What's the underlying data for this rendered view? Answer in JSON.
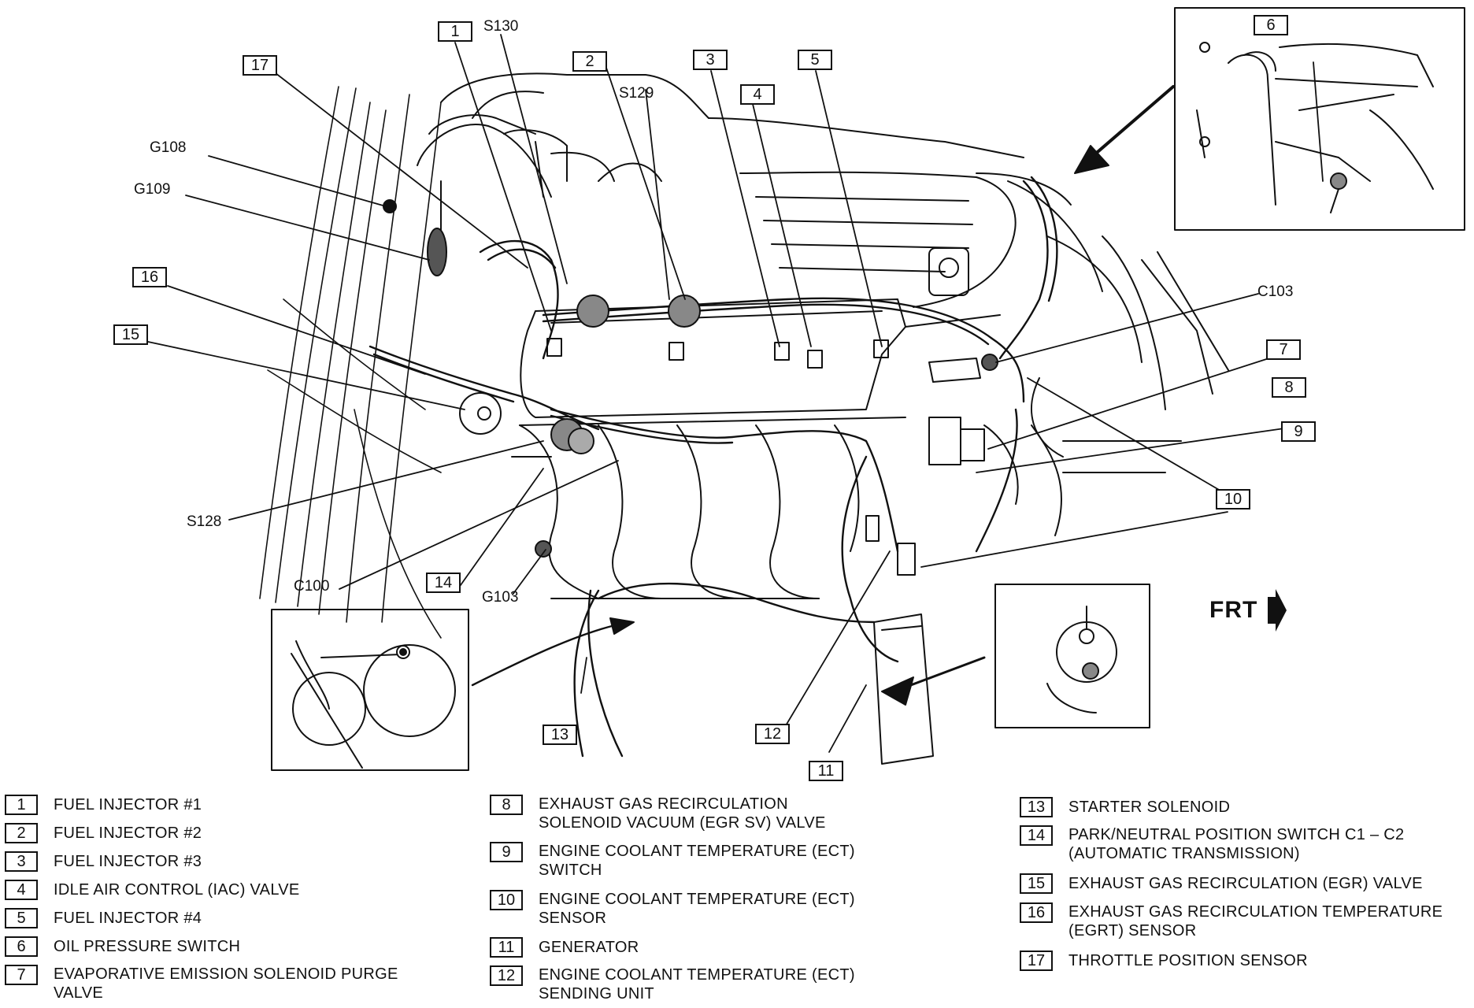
{
  "callouts": [
    {
      "id": "1",
      "text": "1"
    },
    {
      "id": "2",
      "text": "2"
    },
    {
      "id": "3",
      "text": "3"
    },
    {
      "id": "4",
      "text": "4"
    },
    {
      "id": "5",
      "text": "5"
    },
    {
      "id": "6",
      "text": "6"
    },
    {
      "id": "7",
      "text": "7"
    },
    {
      "id": "8",
      "text": "8"
    },
    {
      "id": "9",
      "text": "9"
    },
    {
      "id": "10",
      "text": "10"
    },
    {
      "id": "11",
      "text": "11"
    },
    {
      "id": "12",
      "text": "12"
    },
    {
      "id": "13",
      "text": "13"
    },
    {
      "id": "14",
      "text": "14"
    },
    {
      "id": "15",
      "text": "15"
    },
    {
      "id": "16",
      "text": "16"
    },
    {
      "id": "17",
      "text": "17"
    }
  ],
  "connector_labels": {
    "s130": "S130",
    "s129": "S129",
    "s128": "S128",
    "g108": "G108",
    "g109": "G109",
    "g103": "G103",
    "c103": "C103",
    "c100": "C100"
  },
  "direction": {
    "label": "FRT"
  },
  "legend": [
    {
      "num": "1",
      "text": "FUEL INJECTOR #1"
    },
    {
      "num": "2",
      "text": "FUEL INJECTOR #2"
    },
    {
      "num": "3",
      "text": "FUEL INJECTOR #3"
    },
    {
      "num": "4",
      "text": "IDLE AIR CONTROL (IAC) VALVE"
    },
    {
      "num": "5",
      "text": "FUEL INJECTOR #4"
    },
    {
      "num": "6",
      "text": "OIL PRESSURE SWITCH"
    },
    {
      "num": "7",
      "text": "EVAPORATIVE EMISSION SOLENOID PURGE\nVALVE"
    },
    {
      "num": "8",
      "text": "EXHAUST GAS RECIRCULATION\nSOLENOID VACUUM (EGR SV) VALVE"
    },
    {
      "num": "9",
      "text": "ENGINE COOLANT TEMPERATURE (ECT)\nSWITCH"
    },
    {
      "num": "10",
      "text": "ENGINE COOLANT TEMPERATURE (ECT)\nSENSOR"
    },
    {
      "num": "11",
      "text": "GENERATOR"
    },
    {
      "num": "12",
      "text": "ENGINE COOLANT TEMPERATURE (ECT)\nSENDING UNIT"
    },
    {
      "num": "13",
      "text": "STARTER SOLENOID"
    },
    {
      "num": "14",
      "text": "PARK/NEUTRAL POSITION SWITCH C1 – C2\n(AUTOMATIC TRANSMISSION)"
    },
    {
      "num": "15",
      "text": "EXHAUST GAS RECIRCULATION (EGR) VALVE"
    },
    {
      "num": "16",
      "text": "EXHAUST GAS RECIRCULATION TEMPERATURE\n(EGRT) SENSOR"
    },
    {
      "num": "17",
      "text": "THROTTLE POSITION SENSOR"
    }
  ]
}
